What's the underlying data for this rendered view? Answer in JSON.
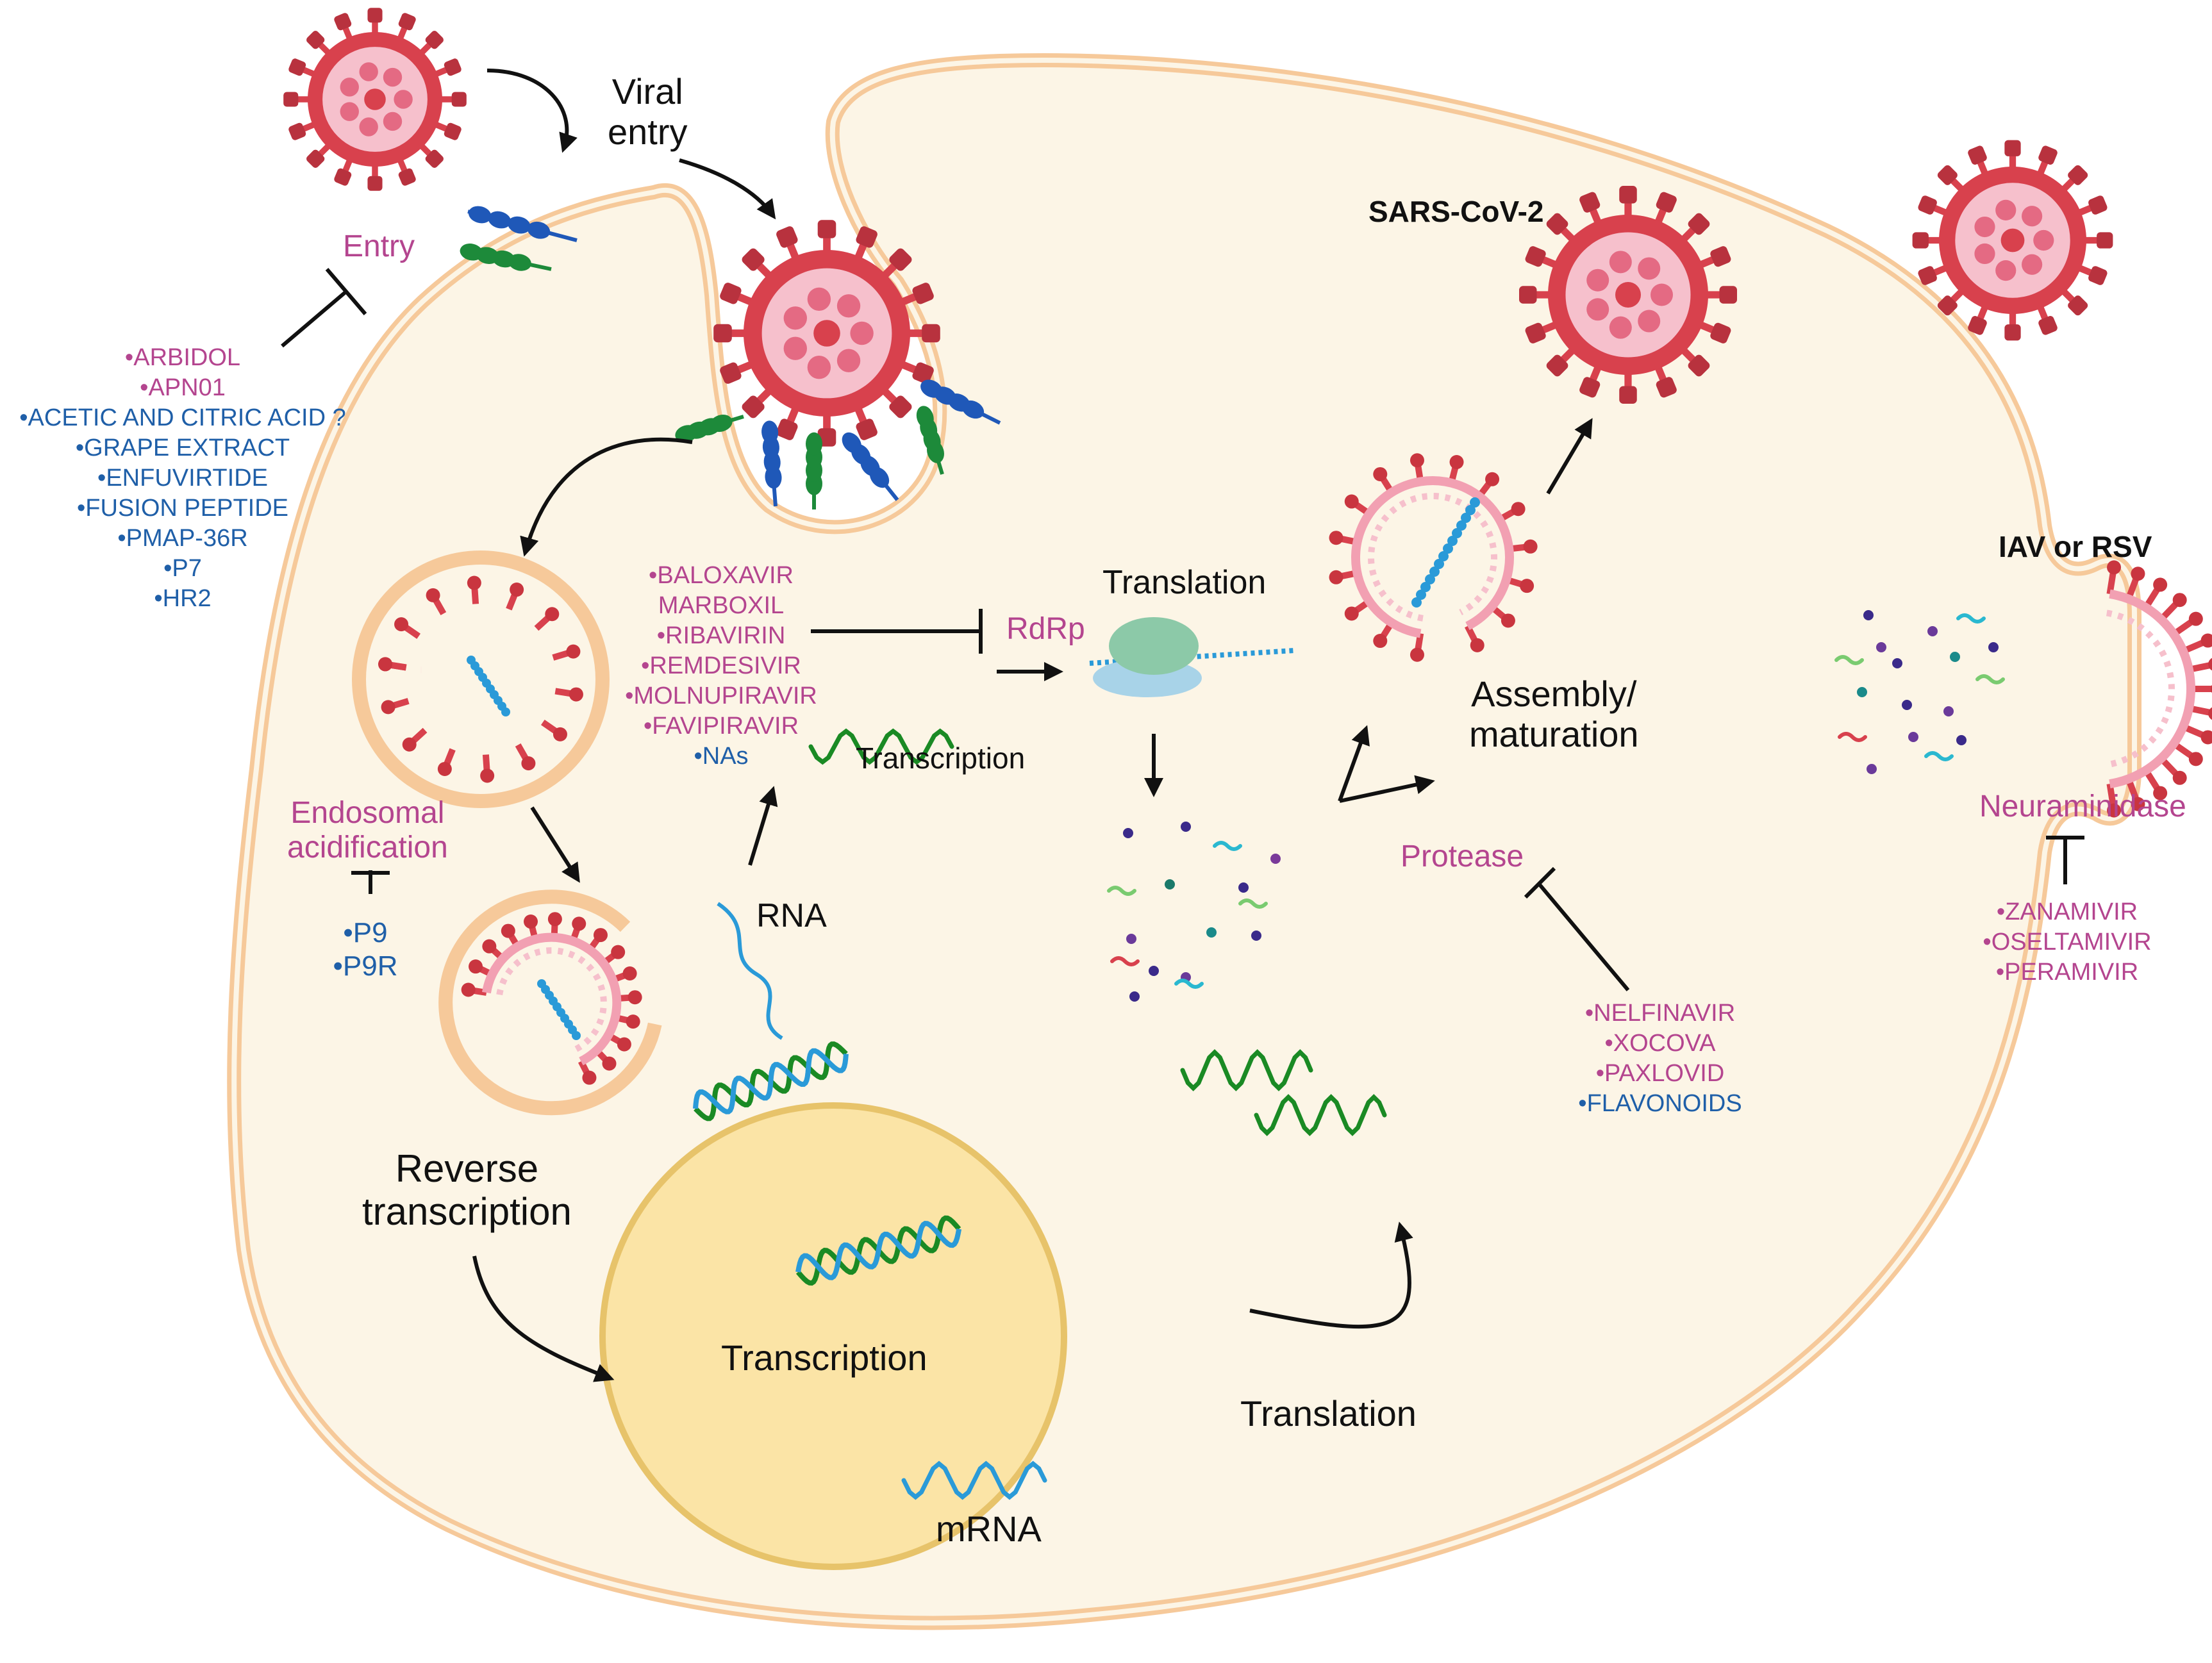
{
  "colors": {
    "cell_fill": "#fcf5e6",
    "membrane": "#f6c99a",
    "nucleus_fill": "#fbe4a6",
    "nucleus_stroke": "#e7c36a",
    "virus_red": "#d8414d",
    "virus_pink": "#f2a0b2",
    "drug_purple": "#b4458f",
    "drug_blue": "#1f5fa8",
    "receptor_green": "#1d8a3a",
    "receptor_blue": "#1f58b8",
    "rna_green": "#1a8a24",
    "rna_blue": "#2a9ad8"
  },
  "icons": [
    "virus-particle",
    "receptor",
    "endosome",
    "ribosome",
    "rna-strand",
    "dna-helix",
    "inhibition-bar",
    "arrow"
  ],
  "labels": {
    "viral_entry": [
      "Viral",
      "entry"
    ],
    "entry": "Entry",
    "endosomal_acidification": [
      "Endosomal",
      "acidification"
    ],
    "translation_top": "Translation",
    "rdrp": "RdRp",
    "transcription_mid": "Transcription",
    "rna": "RNA",
    "reverse_transcription": [
      "Reverse",
      "transcription"
    ],
    "transcription_nucleus": "Transcription",
    "mrna": "mRNA",
    "translation_bottom": "Translation",
    "assembly_maturation": [
      "Assembly/",
      "maturation"
    ],
    "protease": "Protease",
    "sars_cov_2": "SARS-CoV-2",
    "iav_or_rsv": "IAV or RSV",
    "neuraminidase": "Neuraminidase"
  },
  "drugs": {
    "entry": [
      {
        "text": "•ARBIDOL",
        "color": "#b4458f"
      },
      {
        "text": "•APN01",
        "color": "#b4458f"
      },
      {
        "text": "•ACETIC AND CITRIC ACID ?",
        "color": "#1f5fa8"
      },
      {
        "text": "•GRAPE EXTRACT",
        "color": "#1f5fa8"
      },
      {
        "text": "•ENFUVIRTIDE",
        "color": "#1f5fa8"
      },
      {
        "text": "•FUSION PEPTIDE",
        "color": "#1f5fa8"
      },
      {
        "text": "•PMAP-36R",
        "color": "#1f5fa8"
      },
      {
        "text": "•P7",
        "color": "#1f5fa8"
      },
      {
        "text": "•HR2",
        "color": "#1f5fa8"
      }
    ],
    "endosomal": [
      {
        "text": "•P9",
        "color": "#1f5fa8"
      },
      {
        "text": "•P9R",
        "color": "#1f5fa8"
      }
    ],
    "rdrp": [
      {
        "text": "•BALOXAVIR",
        "color": "#b4458f"
      },
      {
        "text": "MARBOXIL",
        "color": "#b4458f"
      },
      {
        "text": "•RIBAVIRIN",
        "color": "#b4458f"
      },
      {
        "text": "•REMDESIVIR",
        "color": "#b4458f"
      },
      {
        "text": "•MOLNUPIRAVIR",
        "color": "#b4458f"
      },
      {
        "text": "•FAVIPIRAVIR",
        "color": "#b4458f"
      },
      {
        "text": "•NAs",
        "color": "#1f5fa8"
      }
    ],
    "protease": [
      {
        "text": "•NELFINAVIR",
        "color": "#b4458f"
      },
      {
        "text": "•XOCOVA",
        "color": "#b4458f"
      },
      {
        "text": "•PAXLOVID",
        "color": "#b4458f"
      },
      {
        "text": "•FLAVONOIDS",
        "color": "#1f5fa8"
      }
    ],
    "neuraminidase": [
      {
        "text": "•ZANAMIVIR",
        "color": "#b4458f"
      },
      {
        "text": "•OSELTAMIVIR",
        "color": "#b4458f"
      },
      {
        "text": "•PERAMIVIR",
        "color": "#b4458f"
      }
    ]
  }
}
